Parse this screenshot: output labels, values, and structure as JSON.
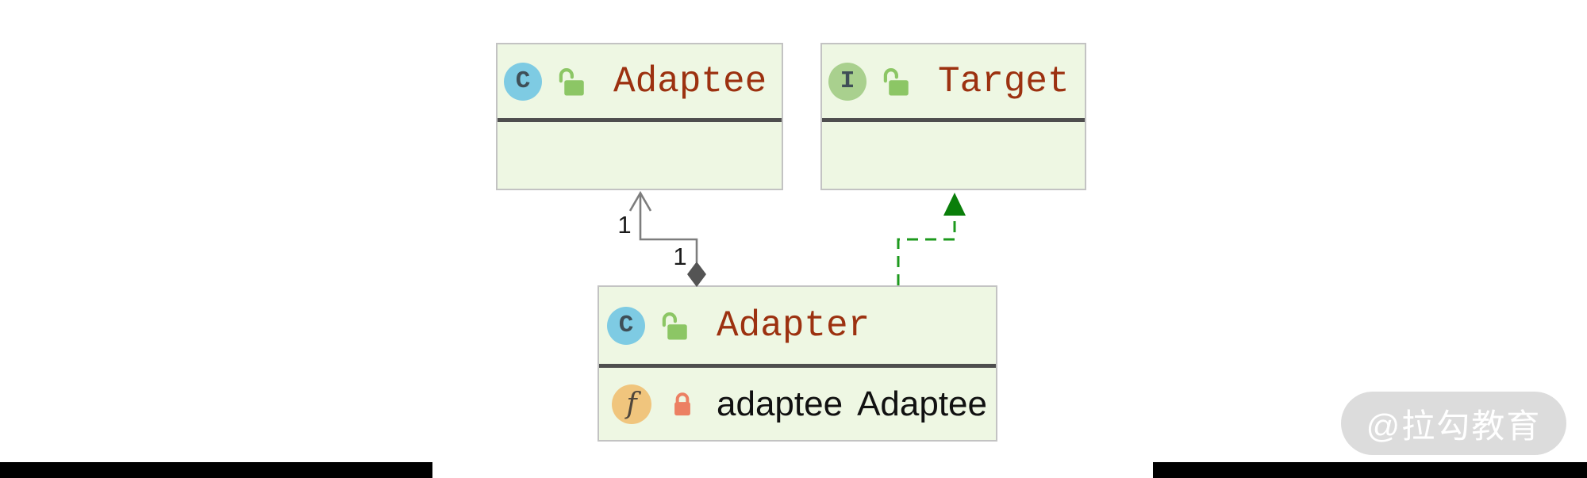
{
  "colors": {
    "page_bg": "#ffffff",
    "box_fill": "#eef7e3",
    "box_border": "#c3c3c3",
    "separator": "#4e4e4e",
    "class_name_text": "#9c3110",
    "class_icon_bg": "#7ecbe3",
    "interface_icon_bg": "#a9d08e",
    "icon_letter": "#3f4f57",
    "unlocked_icon": "#8cc665",
    "field_icon_bg": "#f0c57d",
    "field_icon_letter": "#4f463b",
    "locked_icon": "#ec8063",
    "field_text": "#111111",
    "aggregation_line": "#7d7d7d",
    "aggregation_diamond": "#545454",
    "realization_line": "#1d991d",
    "realization_arrow": "#0a7e0a",
    "multiplicity_text": "#1a1a1a",
    "watermark_bg": "#dcdcdc",
    "watermark_text": "#ffffff",
    "letterbox_bar": "#000000"
  },
  "diagram": {
    "classes": [
      {
        "id": "adaptee",
        "name": "Adaptee",
        "stereotype": "class",
        "icon_letter": "C",
        "visibility_icon": "unlocked"
      },
      {
        "id": "target",
        "name": "Target",
        "stereotype": "interface",
        "icon_letter": "I",
        "visibility_icon": "unlocked"
      },
      {
        "id": "adapter",
        "name": "Adapter",
        "stereotype": "class",
        "icon_letter": "C",
        "visibility_icon": "unlocked",
        "fields": [
          {
            "icon_letter": "f",
            "visibility_icon": "locked",
            "name": "adaptee",
            "type": "Adaptee"
          }
        ]
      }
    ],
    "relations": [
      {
        "type": "aggregation",
        "from": "Adapter",
        "to": "Adaptee",
        "multiplicities": [
          "1",
          "1"
        ]
      },
      {
        "type": "realization",
        "from": "Adapter",
        "to": "Target"
      }
    ]
  },
  "watermark": {
    "text": "@拉勾教育"
  }
}
